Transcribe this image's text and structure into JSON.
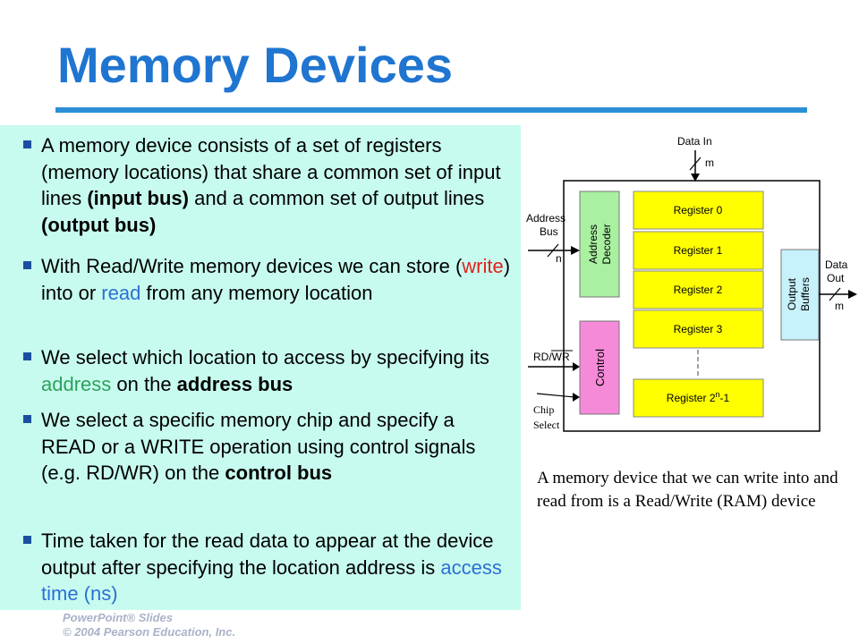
{
  "slide": {
    "title": "Memory Devices",
    "bullets": [
      {
        "parts": [
          "A memory device consists of a set of registers (memory locations) that share a common set of input lines ",
          "(input bus)",
          " and a common set of output lines ",
          "(output bus)"
        ]
      },
      {
        "parts": [
          "With Read/Write memory devices we can store (",
          "write",
          ") into or ",
          "read",
          " from any memory location"
        ]
      },
      {
        "parts": [
          "We select which location to access by specifying its ",
          "address",
          " on the ",
          "address bus"
        ]
      },
      {
        "parts": [
          "We select a specific memory chip and specify a READ or a WRITE operation using control signals (e.g. RD/WR) on the ",
          "control bus"
        ]
      },
      {
        "parts": [
          "Time taken for the read data to appear at the device output after specifying the location address is ",
          "access time (ns)"
        ]
      }
    ],
    "caption": "A memory device that we can write into and read from is a Read/Write (RAM) device",
    "footer_line1": "PowerPoint® Slides",
    "footer_line2": "© 2004 Pearson Education, Inc."
  },
  "diagram": {
    "data_in": "Data In",
    "width_m": "m",
    "width_n": "n",
    "address_bus_line1": "Address",
    "address_bus_line2": "Bus",
    "address_decoder_line1": "Address",
    "address_decoder_line2": "Decoder",
    "control": "Control",
    "rd_wr": "RD/WR",
    "chip_select_line1": "Chip",
    "chip_select_line2": "Select",
    "registers": [
      "Register 0",
      "Register 1",
      "Register 2",
      "Register 3"
    ],
    "last_register_prefix": "Register 2",
    "last_register_sup": "n",
    "last_register_suffix": "-1",
    "output_buffers_line1": "Output",
    "output_buffers_line2": "Buffers",
    "data_out_line1": "Data",
    "data_out_line2": "Out",
    "colors": {
      "register": "#ffff00",
      "decoder": "#a9f0a0",
      "control": "#f58ad9",
      "buffers": "#c7f1fb"
    }
  }
}
